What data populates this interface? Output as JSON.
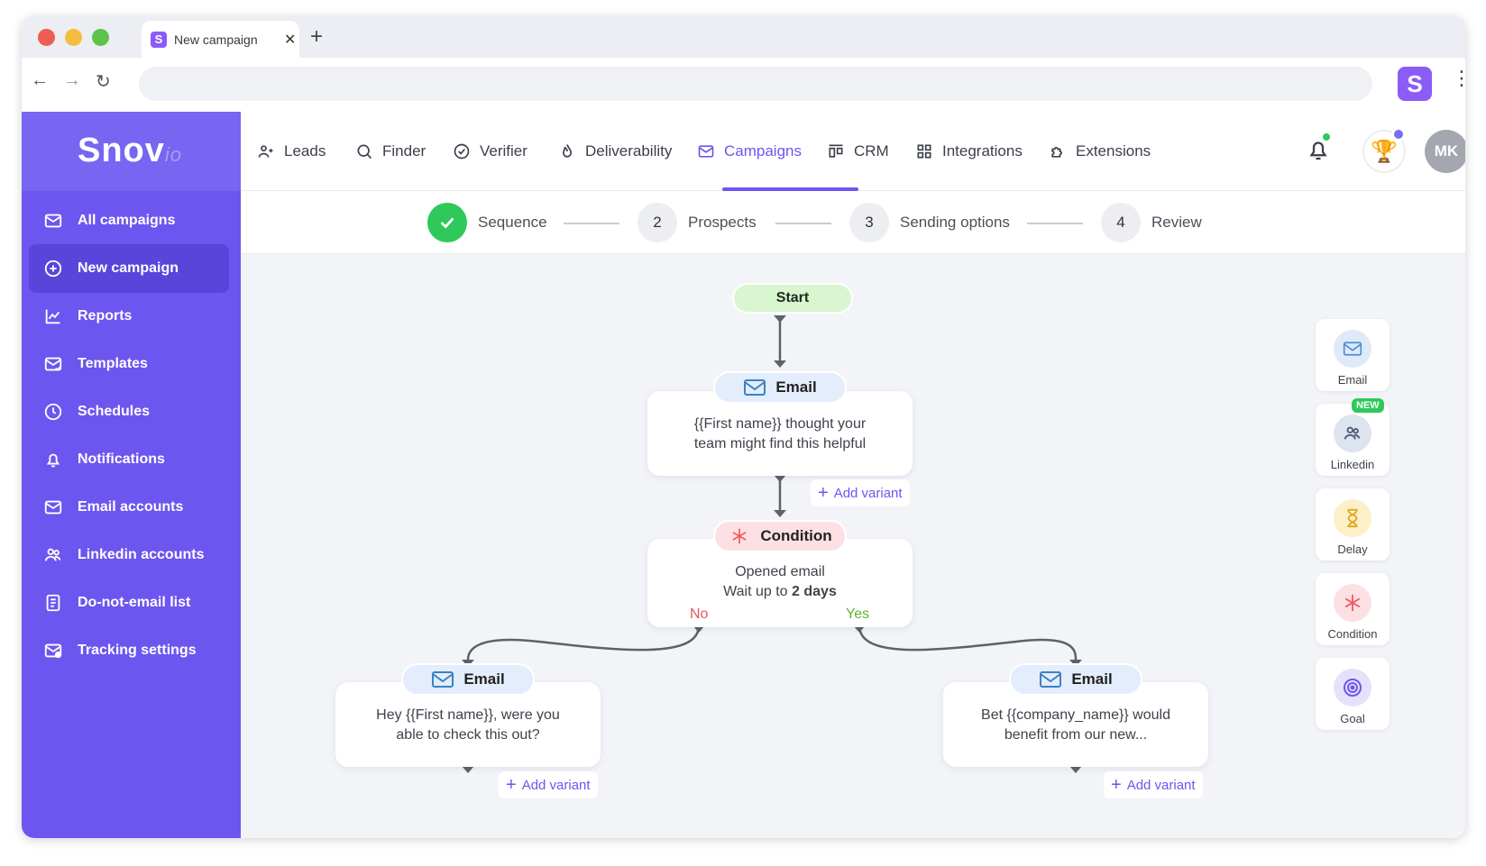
{
  "browser": {
    "tab_title": "New campaign",
    "tab_favicon": "S",
    "extension_letter": "S"
  },
  "app": {
    "logo_main": "Snov",
    "logo_suffix": "io"
  },
  "sidebar": {
    "items": [
      {
        "label": "All campaigns",
        "icon": "envelope-icon"
      },
      {
        "label": "New campaign",
        "icon": "plus-circle-icon"
      },
      {
        "label": "Reports",
        "icon": "chart-icon"
      },
      {
        "label": "Templates",
        "icon": "template-envelope-icon"
      },
      {
        "label": "Schedules",
        "icon": "clock-icon"
      },
      {
        "label": "Notifications",
        "icon": "bell-icon"
      },
      {
        "label": "Email accounts",
        "icon": "envelope-icon"
      },
      {
        "label": "Linkedin accounts",
        "icon": "users-icon"
      },
      {
        "label": "Do-not-email list",
        "icon": "document-icon"
      },
      {
        "label": "Tracking settings",
        "icon": "tracking-envelope-icon"
      }
    ]
  },
  "topnav": {
    "items": [
      {
        "label": "Leads"
      },
      {
        "label": "Finder"
      },
      {
        "label": "Verifier"
      },
      {
        "label": "Deliverability"
      },
      {
        "label": "Campaigns"
      },
      {
        "label": "CRM"
      },
      {
        "label": "Integrations"
      },
      {
        "label": "Extensions"
      }
    ],
    "avatar_initials": "MK"
  },
  "steps": [
    {
      "number": "",
      "label": "Sequence"
    },
    {
      "number": "2",
      "label": "Prospects"
    },
    {
      "number": "3",
      "label": "Sending options"
    },
    {
      "number": "4",
      "label": "Review"
    }
  ],
  "flow": {
    "start_label": "Start",
    "email1": {
      "title": "Email",
      "line1": "{{First name}} thought your",
      "line2": "team might find this helpful"
    },
    "add_variant": "Add variant",
    "condition": {
      "title": "Condition",
      "line1": "Opened email",
      "line2_prefix": "Wait up to ",
      "line2_bold": "2 days",
      "no": "No",
      "yes": "Yes"
    },
    "email_no": {
      "title": "Email",
      "line1": "Hey {{First name}}, were you",
      "line2": "able to check this out?"
    },
    "email_yes": {
      "title": "Email",
      "line1": "Bet {{company_name}} would",
      "line2": "benefit from our new..."
    }
  },
  "palette": {
    "items": [
      {
        "label": "Email",
        "icon": "envelope-icon"
      },
      {
        "label": "Linkedin",
        "icon": "users-icon",
        "badge": "NEW"
      },
      {
        "label": "Delay",
        "icon": "hourglass-icon"
      },
      {
        "label": "Condition",
        "icon": "asterisk-icon"
      },
      {
        "label": "Goal",
        "icon": "target-icon"
      }
    ]
  },
  "colors": {
    "accent": "#6c56ef",
    "success": "#2ec85b",
    "no": "#e2555f",
    "yes": "#5fb32b"
  }
}
